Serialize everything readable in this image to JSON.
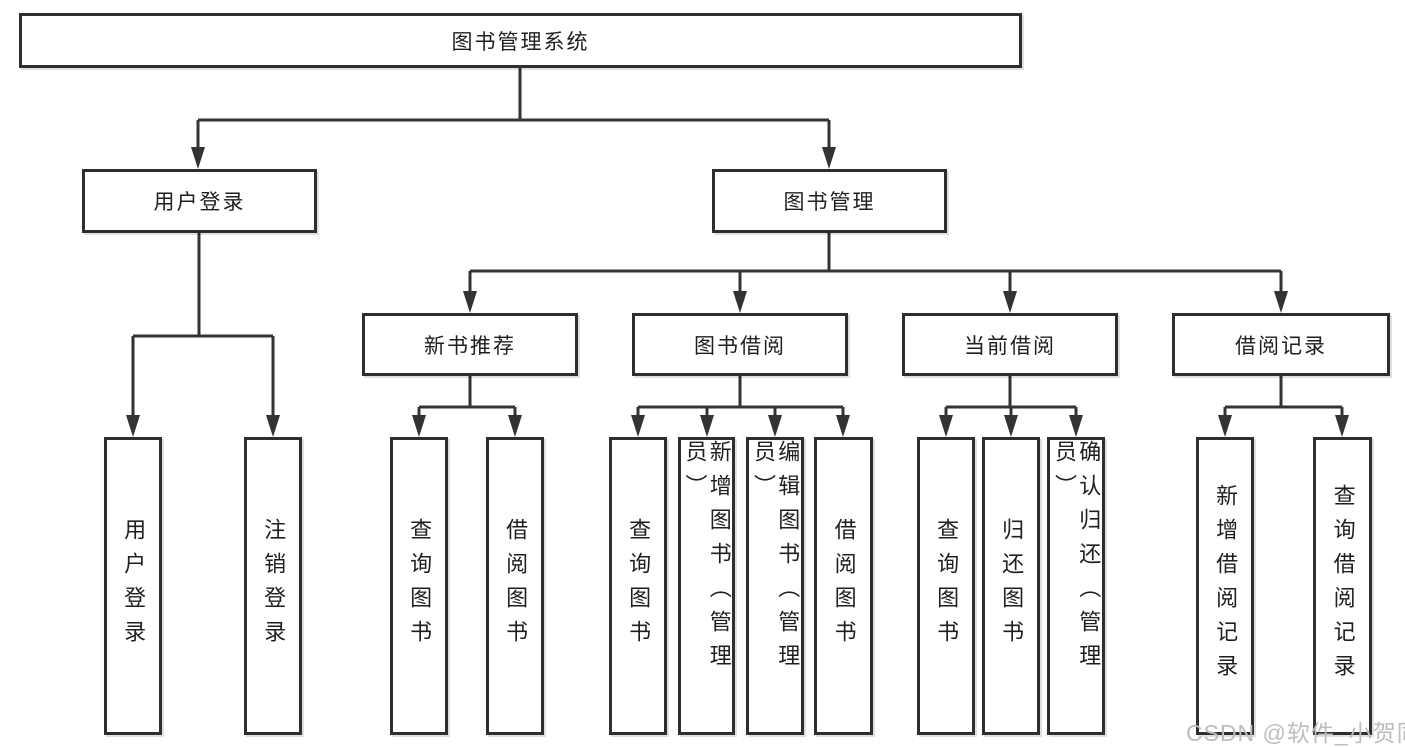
{
  "diagram_title": "图书管理系统",
  "tree": {
    "label": "图书管理系统",
    "children": [
      {
        "label": "用户登录",
        "children": [
          {
            "label": "用户登录"
          },
          {
            "label": "注销登录"
          }
        ]
      },
      {
        "label": "图书管理",
        "children": [
          {
            "label": "新书推荐",
            "children": [
              {
                "label": "查询图书"
              },
              {
                "label": "借阅图书"
              }
            ]
          },
          {
            "label": "图书借阅",
            "children": [
              {
                "label": "查询图书"
              },
              {
                "label": "新增图书（管理员）"
              },
              {
                "label": "编辑图书（管理员）"
              },
              {
                "label": "借阅图书"
              }
            ]
          },
          {
            "label": "当前借阅",
            "children": [
              {
                "label": "查询图书"
              },
              {
                "label": "归还图书"
              },
              {
                "label": "确认归还（管理员）"
              }
            ]
          },
          {
            "label": "借阅记录",
            "children": [
              {
                "label": "新增借阅记录"
              },
              {
                "label": "查询借阅记录"
              }
            ]
          }
        ]
      }
    ]
  },
  "watermark": {
    "text": "CSDN @软件_小贺同学"
  },
  "colors": {
    "line": "#333333",
    "box_border": "#2e2e2e",
    "text": "#1f1f1f",
    "watermark": "#bdbdbd",
    "background": "#ffffff"
  }
}
